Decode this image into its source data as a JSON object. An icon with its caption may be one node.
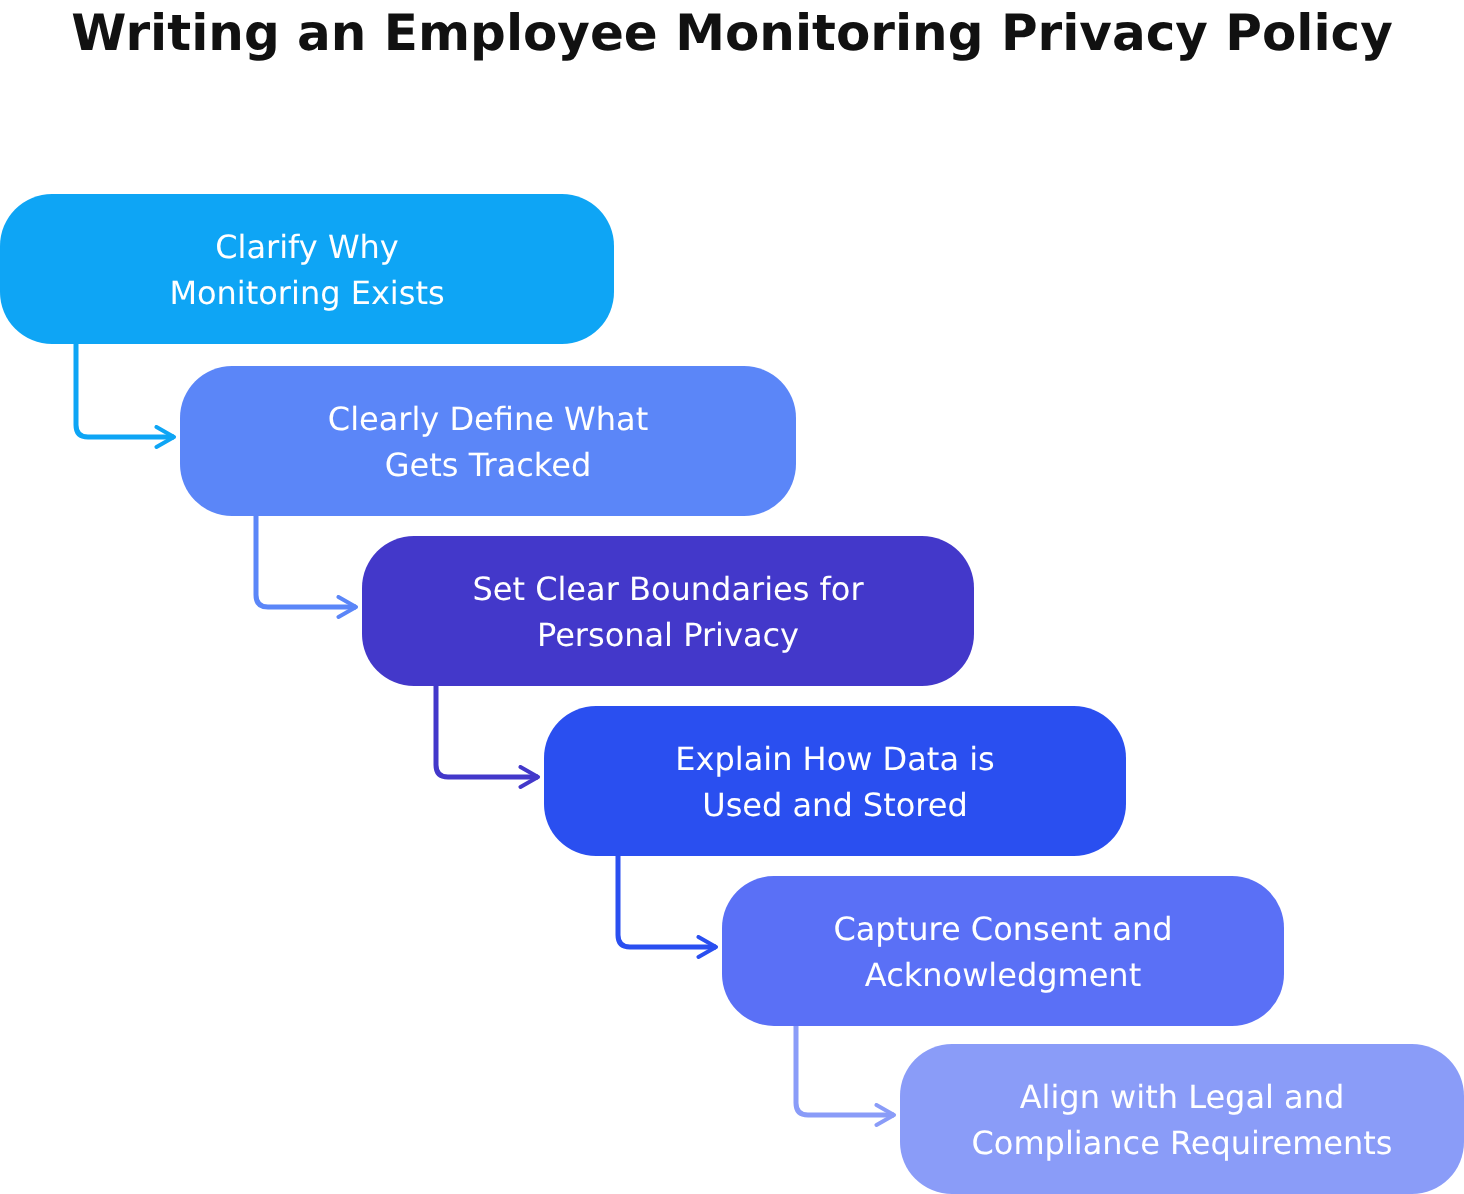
{
  "diagram": {
    "title": "Writing an Employee Monitoring Privacy Policy",
    "nodes": [
      {
        "text": [
          "Clarify Why Monitoring Exists"
        ]
      },
      {
        "text": [
          "Clearly Define What Gets Tracked"
        ]
      },
      {
        "text": [
          "Set Clear Boundaries for Personal Privacy"
        ]
      },
      {
        "text": [
          "Explain How Data is Used and Stored"
        ]
      },
      {
        "text": [
          "Capture Consent and Acknowledgment"
        ]
      },
      {
        "text": [
          "Align with Legal and Compliance Requirements"
        ]
      }
    ],
    "edges": [
      {
        "from": 0,
        "to": 1,
        "arrow": "to",
        "color": "#0ea5f5"
      },
      {
        "from": 1,
        "to": 2,
        "arrow": "to",
        "color": "#5b86f8"
      },
      {
        "from": 2,
        "to": 3,
        "arrow": "to",
        "color": "#4338ca"
      },
      {
        "from": 3,
        "to": 4,
        "arrow": "to",
        "color": "#2a4ff0"
      },
      {
        "from": 4,
        "to": 5,
        "arrow": "to",
        "color": "#8a9cf8"
      }
    ]
  }
}
